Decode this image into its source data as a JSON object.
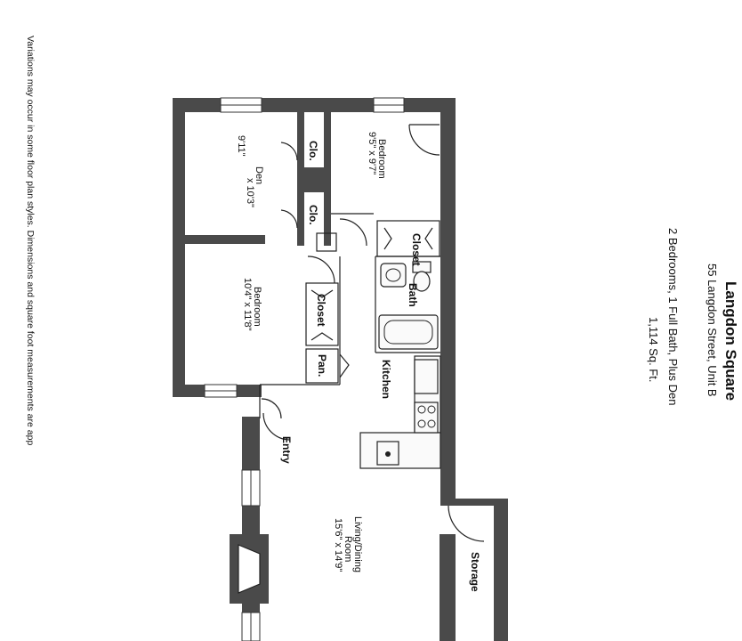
{
  "header": {
    "title": "Langdon Square",
    "address": "55 Langdon Street, Unit B",
    "summary": "2 Bedrooms, 1 Full Bath, Plus Den",
    "area": "1,114 Sq. Ft."
  },
  "disclaimer": "Variations may occur in some floor plan styles. Dimensions and square foot measurements are app",
  "rooms": {
    "den": {
      "name": "Den",
      "dims_a": "9'11\"",
      "dims_b": "x 10'3\""
    },
    "bedroom1": {
      "name": "Bedroom",
      "dims": "9'5\" x 9'7\""
    },
    "bedroom2": {
      "name": "Bedroom",
      "dims": "10'4\" x 11'8\""
    },
    "living": {
      "name_a": "Living/Dining",
      "name_b": "Room",
      "dims": "15'6\" x 14'9\""
    },
    "clo1": "Clo.",
    "clo2": "Clo.",
    "closet1": "Closet",
    "closet2": "Closet",
    "bath": "Bath",
    "pan": "Pan.",
    "kitchen": "Kitchen",
    "entry": "Entry",
    "storage": "Storage"
  }
}
